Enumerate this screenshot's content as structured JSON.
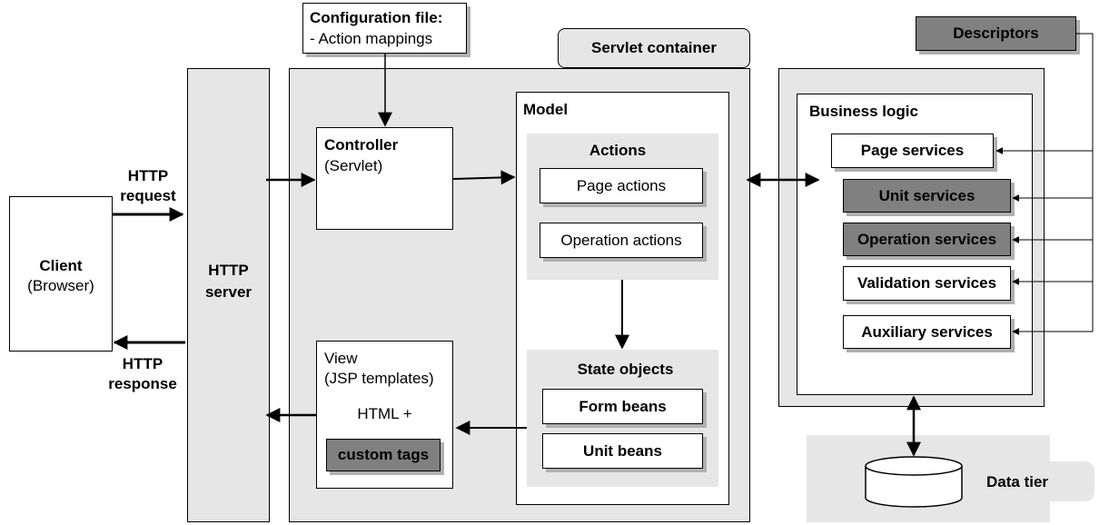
{
  "config_file": {
    "title": "Configuration file:",
    "item": "- Action mappings"
  },
  "servlet_container": "Servlet container",
  "descriptors": "Descriptors",
  "http_server": {
    "line1": "HTTP",
    "line2": "server"
  },
  "client": {
    "title": "Client",
    "subtitle": "(Browser)"
  },
  "http_request": {
    "line1": "HTTP",
    "line2": "request"
  },
  "http_response": {
    "line1": "HTTP",
    "line2": "response"
  },
  "controller": {
    "title": "Controller",
    "subtitle": "(Servlet)"
  },
  "view": {
    "line1": "View",
    "line2": "(JSP templates)",
    "line3": "HTML +",
    "custom_tags": "custom tags"
  },
  "model": {
    "title": "Model",
    "actions": {
      "title": "Actions",
      "items": [
        "Page actions",
        "Operation actions"
      ]
    },
    "state_objects": {
      "title": "State objects",
      "items": [
        "Form beans",
        "Unit beans"
      ]
    }
  },
  "business_logic": {
    "title": "Business logic",
    "services": [
      "Page services",
      "Unit services",
      "Operation services",
      "Validation services",
      "Auxiliary services"
    ]
  },
  "data_tier": "Data tier",
  "colors": {
    "panel": "#e6e6e6",
    "dark_box": "#808080",
    "border": "#000000"
  }
}
